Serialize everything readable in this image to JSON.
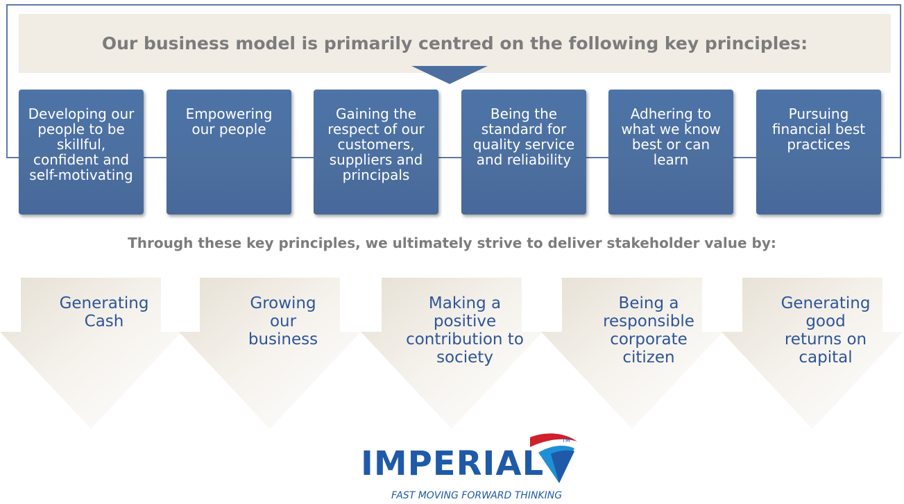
{
  "header": {
    "title": "Our business model is primarily centred on the following key principles:"
  },
  "principles": [
    "Developing our people to be skillful, confident and self-motivating",
    "Empowering our people",
    "Gaining the respect of our customers, suppliers and principals",
    "Being the standard for quality service and reliability",
    "Adhering to what we know best or can learn",
    "Pursuing financial best practices"
  ],
  "subheading": "Through these key principles, we ultimately strive to deliver stakeholder value by:",
  "outcomes": [
    "Generating Cash",
    "Growing our business",
    "Making a positive contribution to society",
    "Being a responsible corporate citizen",
    "Generating good returns on capital"
  ],
  "logo": {
    "wordmark": "IMPERIAL",
    "tagline": "FAST MOVING FORWARD THINKING",
    "trademark": "TM"
  },
  "colors": {
    "box_blue": "#4c6f9f",
    "header_bg": "#f1ede5",
    "arrow_fill": "#f2eee6",
    "outcome_text": "#2e5597",
    "logo_blue": "#1f5aa8",
    "logo_red": "#d0202c"
  }
}
